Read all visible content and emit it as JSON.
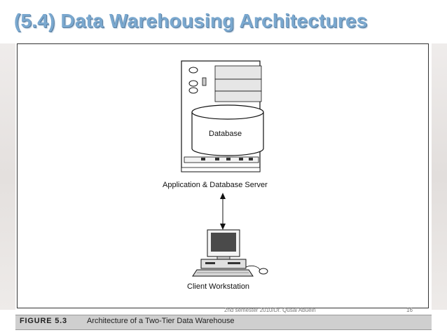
{
  "slide": {
    "title": "(5.4) Data Warehousing Architectures"
  },
  "diagram": {
    "database_label": "Database",
    "server_label": "Application & Database Server",
    "client_label": "Client Workstation"
  },
  "caption": {
    "figure_number": "FIGURE 5.3",
    "text": "Architecture of a Two-Tier Data Warehouse"
  },
  "footer": {
    "text": "2nd semester 2010/Dr. Qusai Abuein",
    "page": "16"
  },
  "icons": [
    "server-tower-icon",
    "database-cylinder-icon",
    "desktop-computer-icon",
    "mouse-icon"
  ]
}
